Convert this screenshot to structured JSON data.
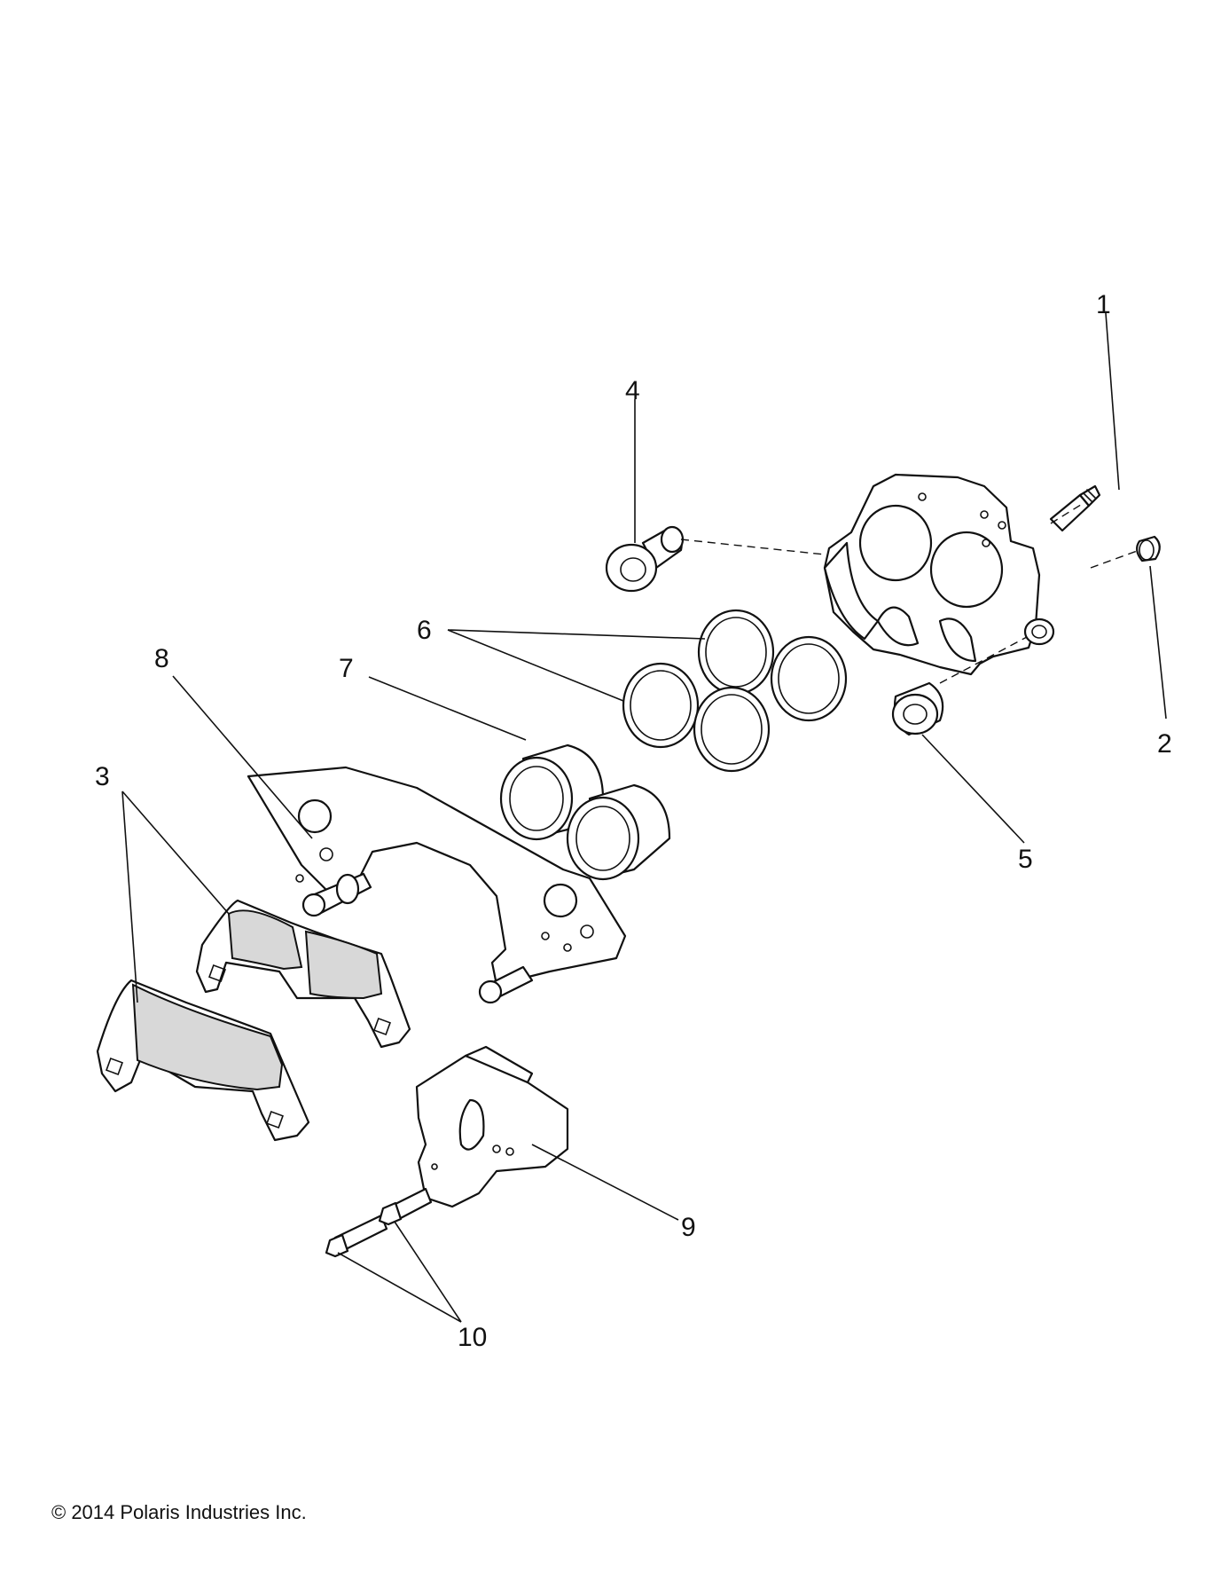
{
  "callouts": {
    "c1": "1",
    "c2": "2",
    "c3": "3",
    "c4": "4",
    "c5": "5",
    "c6": "6",
    "c7": "7",
    "c8": "8",
    "c9": "9",
    "c10": "10"
  },
  "footer": {
    "copyright": "© 2014 Polaris Industries Inc."
  }
}
